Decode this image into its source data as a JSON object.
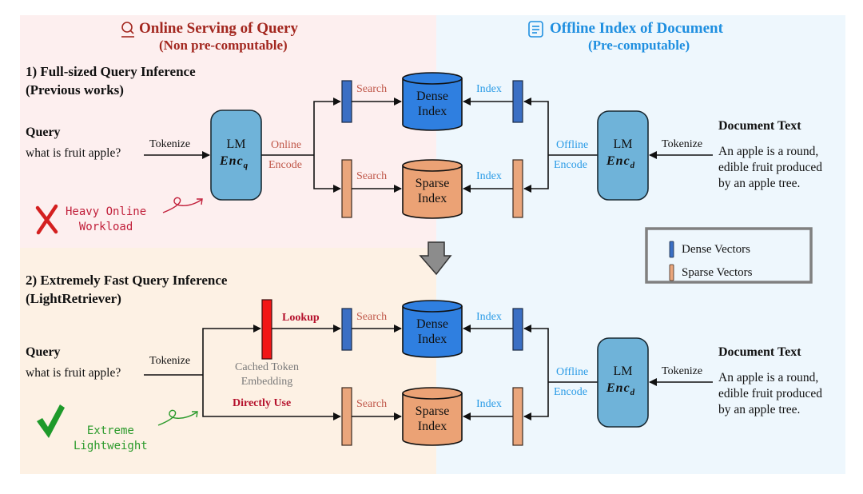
{
  "online": {
    "title": "Online Serving of Query",
    "subtitle": "(Non pre-computable)",
    "icon": "search-person-icon",
    "color": "#a3271f"
  },
  "offline": {
    "title": "Offline Index of Document",
    "subtitle": "(Pre-computable)",
    "icon": "document-icon",
    "color": "#1f8fe0"
  },
  "section1": {
    "title": "1) Full-sized Query Inference",
    "subtitle": "(Previous works)",
    "query_label": "Query",
    "query_text": "what is fruit apple?",
    "tokenize": "Tokenize",
    "lm_label": "LM",
    "enc_label": "Enc",
    "enc_sub": "q",
    "online": "Online",
    "encode": "Encode",
    "search_dense": "Search",
    "search_sparse": "Search",
    "dense_index": [
      "Dense",
      "Index"
    ],
    "sparse_index": [
      "Sparse",
      "Index"
    ],
    "index_dense": "Index",
    "index_sparse": "Index",
    "offline": "Offline",
    "offline_encode": "Encode",
    "doc_lm_label": "LM",
    "doc_enc_label": "Enc",
    "doc_enc_sub": "d",
    "doc_tokenize": "Tokenize",
    "doc_label": "Document Text",
    "doc_text": [
      "An apple is a round,",
      "edible fruit produced",
      "by an apple tree."
    ],
    "note": [
      "Heavy Online",
      "Workload"
    ],
    "note_icon": "cross-icon"
  },
  "section2": {
    "title": "2) Extremely Fast Query Inference",
    "subtitle": "(LightRetriever)",
    "query_label": "Query",
    "query_text": "what is fruit apple?",
    "tokenize": "Tokenize",
    "lookup": "Lookup",
    "cached": [
      "Cached Token",
      "Embedding"
    ],
    "directly_use": "Directly Use",
    "search_dense": "Search",
    "search_sparse": "Search",
    "dense_index": [
      "Dense",
      "Index"
    ],
    "sparse_index": [
      "Sparse",
      "Index"
    ],
    "index_dense": "Index",
    "index_sparse": "Index",
    "offline": "Offline",
    "offline_encode": "Encode",
    "doc_lm_label": "LM",
    "doc_enc_label": "Enc",
    "doc_enc_sub": "d",
    "doc_tokenize": "Tokenize",
    "doc_label": "Document Text",
    "doc_text": [
      "An apple is a round,",
      "edible fruit produced",
      "by an apple tree."
    ],
    "note": [
      "Extreme",
      "Lightweight"
    ],
    "note_icon": "check-icon"
  },
  "legend": {
    "dense": "Dense Vectors",
    "sparse": "Sparse Vectors"
  },
  "colors": {
    "dense_vector": "#3b6fc4",
    "sparse_vector": "#eaa67c",
    "dense_cylinder": "#2f7fe0",
    "sparse_cylinder": "#eba275",
    "lm_box": "#6fb3d9",
    "cached_embedding": "#f21616"
  }
}
